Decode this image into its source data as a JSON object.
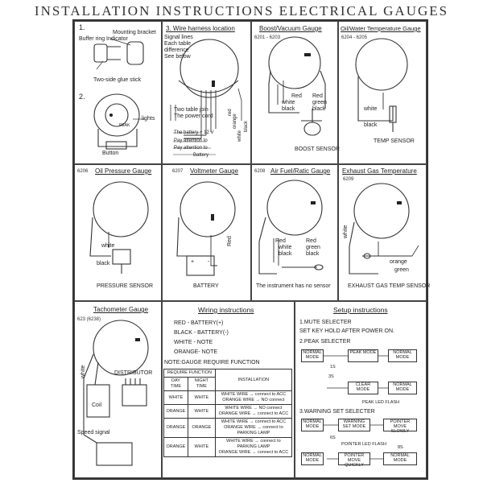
{
  "title": "INSTALLATION INSTRUCTIONS ELECTRICAL GAUGES",
  "mount": {
    "step1": "1.",
    "bracket": "Mounting bracket",
    "buffer": "Buffer ring",
    "indicator": "Indicator",
    "glue": "Two-side glue stick",
    "step2": "2.",
    "lights": "lights",
    "peak": "PEAK",
    "button": "Button"
  },
  "harness": {
    "heading": "3. Wire harness location",
    "signal": "Signal lines",
    "each": "Each table",
    "diff": "difference",
    "see": "See below",
    "join1": "Two table join",
    "join2": "The power cord",
    "battery_plus": "The battery + 12 V",
    "pay1": "Pay attention to",
    "pay2": "Pay attention to",
    "battery_minus": "Battery",
    "w_red": "red",
    "w_orange": "orange",
    "w_white": "white",
    "w_black": "black"
  },
  "boost": {
    "heading": "Boost/Vacuum Gauge",
    "code": "6201 - 6203",
    "red_l": "Red",
    "white_l": "white",
    "black_l": "black",
    "red_r": "Red",
    "green_r": "green",
    "black_r": "black",
    "sensor": "BOOST SENSOR"
  },
  "oil_water": {
    "heading": "Oil/Water Temperature Gauge",
    "code": "6204 - 6205",
    "white": "white",
    "black": "black",
    "sensor": "TEMP SENSOR"
  },
  "oil_pressure": {
    "heading": "Oil Pressure Gauge",
    "code": "6206",
    "white": "white",
    "black": "black",
    "sensor": "PRESSURE SENSOR"
  },
  "volt": {
    "heading": "Voltmeter Gauge",
    "code": "6207",
    "red": "Red",
    "battery": "BATTERY",
    "plus": "+",
    "minus": "-"
  },
  "afr": {
    "heading": "Air Fuel/Ratic Gauge",
    "code": "6208",
    "red_l": "Red",
    "white_l": "white",
    "black_l": "black",
    "red_r": "Red",
    "green_r": "green",
    "black_r": "black",
    "note": "The instrument has no sensor"
  },
  "egt": {
    "heading": "Exhaust Gas Temperature",
    "code": "6209",
    "white": "white",
    "orange": "orange",
    "green": "green",
    "sensor": "EXHAUST GAS TEMP SENSOR"
  },
  "tacho": {
    "heading": "Tachometer Gauge",
    "code": "623 (6238)",
    "distributor": "DISTRIBUTOR",
    "white": "white",
    "coil": "Coil",
    "speed": "Speed signal"
  },
  "wiring": {
    "heading": "Wiring instructions",
    "l1": "RED  - BATTERY(+)",
    "l2": "BLACK - BATTERY(-)",
    "l3": "WHITE - NOTE",
    "l4": "ORANGE- NOTE",
    "note": "NOTE:GAUGE REQUIRE FUNCTION",
    "table": {
      "require": "REQUIRE FUNCTION",
      "installation": "INSTALLATION",
      "day": "DAY TIME",
      "night": "NIGHT TIME",
      "rows": [
        {
          "day": "WHITE",
          "night": "WHITE",
          "i1": "WHITE WIRE → connect to ACC",
          "i2": "ORANGE WIRE → NO connect"
        },
        {
          "day": "ORANGE",
          "night": "WHITE",
          "i1": "WHITE WIRE → NO connect",
          "i2": "ORANGE WIRE → connect to ACC"
        },
        {
          "day": "ORANGE",
          "night": "ORANGE",
          "i1": "WHITE WIRE → connect to ACC",
          "i2": "ORANGE WIRE → connect to PARKING LAMP"
        },
        {
          "day": "ORANGE",
          "night": "WHITE",
          "i1": "WHITE WIRE → connect to PARKING LAMP",
          "i2": "ORANGE WIRE → connect to ACC"
        }
      ]
    }
  },
  "setup": {
    "heading": "Setup instructions",
    "s1": "1.MUTE SELECTER",
    "s1b": "SET KEY HOLD AFTER POWER ON.",
    "s2": "2.PEAK SELECTER",
    "s3": "3.WARNING SET SELECTER",
    "normal": "NORMAL MODE",
    "peak_mode": "PEAK MODE",
    "clear_mode": "CLEAR MODE",
    "warning_mode": "WARNING SET MODE",
    "pointer_slow": "POINTER MOVE SLOWLY",
    "pointer_quick": "POINTER MOVE QUICKLY",
    "peak_flash": "PEAK LED FLASH",
    "pointer_flash": "POINTER LED FLASH",
    "t15": "1S",
    "t3s": "3S",
    "t6s": "6S",
    "t8s": "8S"
  }
}
